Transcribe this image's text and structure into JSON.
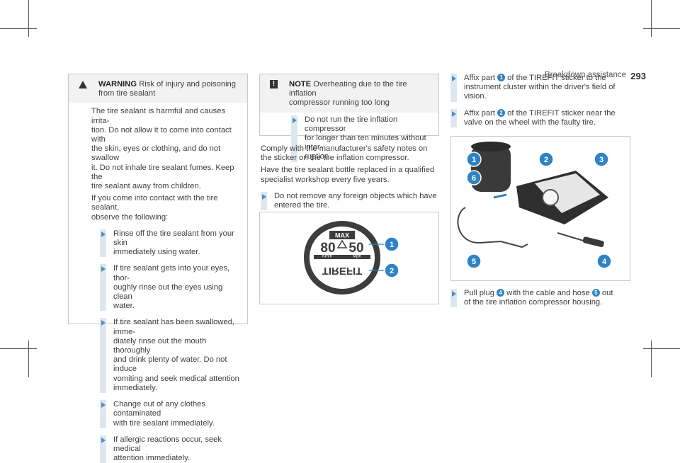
{
  "header": {
    "section": "Breakdown assistance",
    "page": "293"
  },
  "warning": {
    "label": "WARNING",
    "title_line1": "Risk of injury and poisoning",
    "title_line2": "from tire sealant",
    "para1": [
      "The tire sealant is harmful and causes irrita-",
      "tion. Do not allow it to come into contact with",
      "the skin, eyes or clothing, and do not swallow",
      "it. Do not inhale tire sealant fumes. Keep the",
      "tire sealant away from children."
    ],
    "para2": [
      "If you come into contact with the tire sealant,",
      "observe the following:"
    ],
    "items": [
      [
        "Rinse off the tire sealant from your skin",
        "immediately using water."
      ],
      [
        "If tire sealant gets into your eyes, thor-",
        "oughly rinse out the eyes using clean",
        "water."
      ],
      [
        "If tire sealant has been swallowed, imme-",
        "diately rinse out the mouth thoroughly",
        "and drink plenty of water. Do not induce",
        "vomiting and seek medical attention",
        "immediately."
      ],
      [
        "Change out of any clothes contaminated",
        "with tire sealant immediately."
      ],
      [
        "If allergic reactions occur, seek medical",
        "attention immediately."
      ]
    ]
  },
  "note": {
    "label": "NOTE",
    "title_line1": "Overheating due to the tire inflation",
    "title_line2": "compressor running too long",
    "item": [
      "Do not run the tire inflation compressor",
      "for longer than ten minutes without inter-",
      "ruption."
    ]
  },
  "middle": {
    "para1": [
      "Comply with the manufacturer's safety notes on",
      "the sticker on the tire inflation compressor."
    ],
    "para2": [
      "Have the tire sealant bottle replaced in a qualified",
      "specialist workshop every five years."
    ],
    "item": [
      "Do not remove any foreign objects which have",
      "entered the tire."
    ]
  },
  "sticker": {
    "max": "MAX",
    "speed_kmh": "80",
    "speed_mph": "50",
    "unit_kmh": "Km/h",
    "unit_mph": "Mph",
    "brand": "TIREFIT",
    "callouts": [
      "1",
      "2"
    ]
  },
  "right": {
    "step1": {
      "pre": "Affix part",
      "num": "1",
      "post_line1": "of the TIREFIT sticker to the",
      "line2": "instrument cluster within the driver's field of",
      "line3": "vision."
    },
    "step2": {
      "pre": "Affix part",
      "num": "2",
      "post_line1": "of the TIREFIT sticker near the",
      "line2": "valve on the wheel with the faulty tire."
    },
    "step3": {
      "pre": "Pull plug",
      "num1": "4",
      "mid": "with the cable and hose",
      "num2": "5",
      "post": "out",
      "line2": "of the tire inflation compressor housing."
    }
  },
  "compressor": {
    "callouts": [
      "1",
      "2",
      "3",
      "6",
      "5",
      "4"
    ]
  },
  "colors": {
    "accent": "#2f82c3",
    "bar": "#dde7f0"
  }
}
